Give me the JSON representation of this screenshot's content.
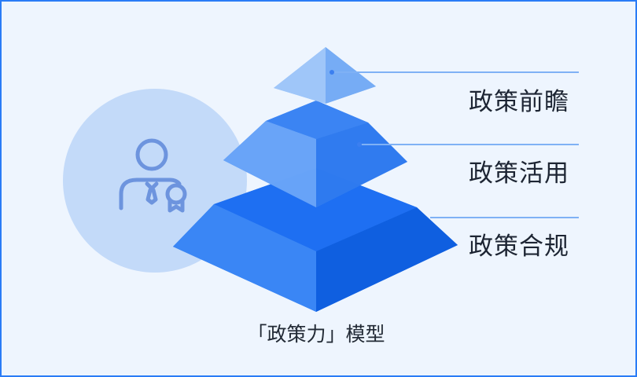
{
  "diagram": {
    "tiers": [
      {
        "label": "政策前瞻",
        "level": "top"
      },
      {
        "label": "政策活用",
        "level": "middle"
      },
      {
        "label": "政策合规",
        "level": "bottom"
      }
    ],
    "caption": "「政策力」模型",
    "icons": {
      "person": "person-with-certificate-icon"
    },
    "colors": {
      "frame_border": "#2a7cf6",
      "background": "#eef5fe",
      "circle": "#c3daf9",
      "icon": "#6d94de",
      "leader_line": "#7fb1f5",
      "text": "#1d2533"
    }
  }
}
